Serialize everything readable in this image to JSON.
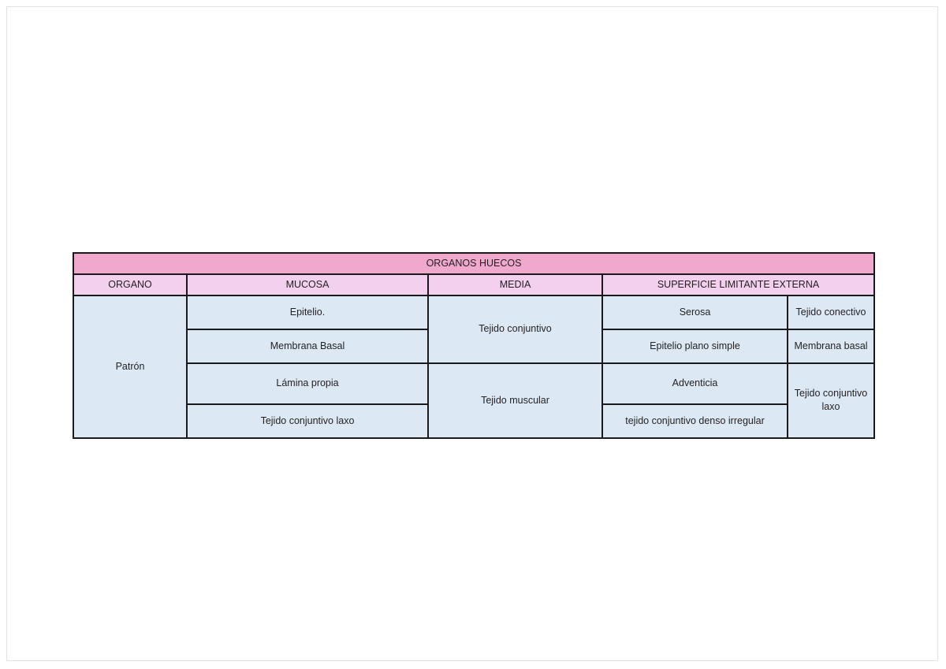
{
  "document": {
    "table_title": "ORGANOS HUECOS",
    "columns": [
      "ORGANO",
      "MUCOSA",
      "MEDIA",
      "SUPERFICIE LIMITANTE EXTERNA"
    ],
    "organo": "Patrón",
    "mucosa": [
      "Epitelio.",
      "Membrana Basal",
      "Lámina propia",
      "Tejido conjuntivo laxo"
    ],
    "media": [
      "Tejido conjuntivo",
      "Tejido muscular"
    ],
    "superficie_limitante_externa": {
      "primary": [
        "Serosa",
        "Epitelio plano simple",
        "Adventicia",
        "tejido conjuntivo denso irregular"
      ],
      "secondary": [
        "Tejido conectivo",
        "Membrana basal",
        "Tejido conjuntivo laxo"
      ]
    }
  },
  "colors": {
    "title_row": "#f0a8cc",
    "header_row": "#f2d0ee",
    "body_cell": "#dce9f4",
    "border": "#1a1a1a",
    "text": "#231f20",
    "page_background": "#ffffff"
  }
}
